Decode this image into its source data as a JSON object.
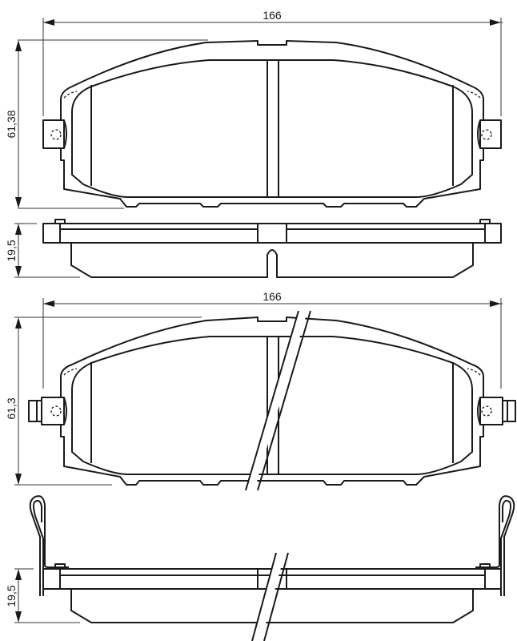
{
  "drawing": {
    "type": "brake pad technical drawing",
    "line_color": "#1a1a1a",
    "background": "#ffffff",
    "views": [
      {
        "name": "front-view-pad-1",
        "width_label": "166",
        "height_label": "61,38"
      },
      {
        "name": "side-view-pad-1",
        "thickness_label": "19,5"
      },
      {
        "name": "front-view-pad-2",
        "width_label": "166",
        "height_label": "61,3"
      },
      {
        "name": "side-view-pad-2",
        "thickness_label": "19,5"
      }
    ]
  }
}
